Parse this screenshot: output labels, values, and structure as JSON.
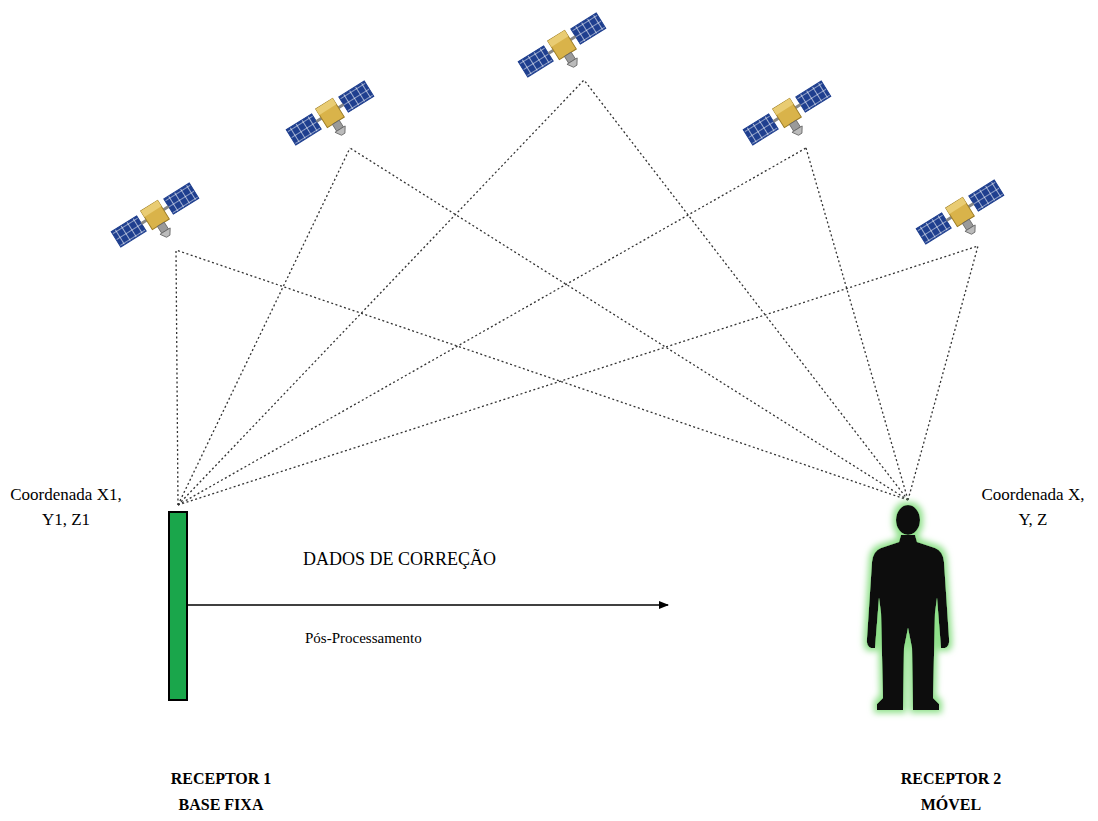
{
  "diagram": {
    "nodes": [
      {
        "text": [
          "Coordenada X1, Y1, Z1",
          "RECEPTOR 1 BASE FIXA"
        ]
      },
      {
        "text": [
          "Coordenada X, Y, Z",
          "RECEPTOR 2 MÓVEL"
        ]
      }
    ],
    "labels": [
      "DADOS DE CORREÇÃO",
      "Pós-Processamento"
    ]
  }
}
